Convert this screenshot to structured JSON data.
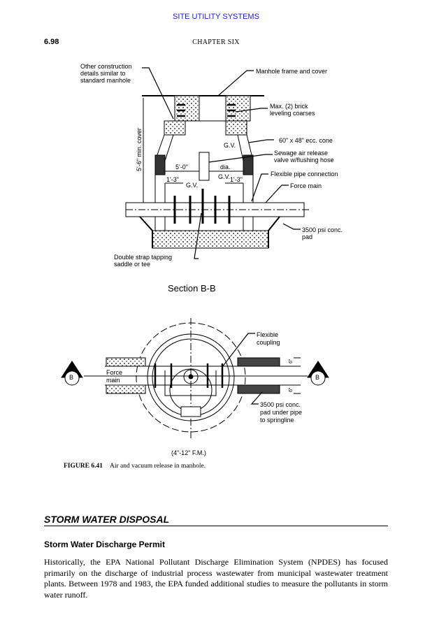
{
  "header": {
    "running_head": "SITE UTILITY SYSTEMS",
    "page_number": "6.98",
    "chapter": "CHAPTER SIX"
  },
  "figure": {
    "section_labels": {
      "other_construction": [
        "Other construction",
        "details similar to",
        "standard manhole"
      ],
      "frame_cover": "Manhole frame and cover",
      "brick": [
        "Max. (2) brick",
        "leveling coarses"
      ],
      "cone": "60\" x 48\" ecc. cone",
      "gv": "G.V.",
      "air_release": [
        "Sewage air release",
        "valve w/flushing hose"
      ],
      "flexible_pipe": "Flexible pipe connection",
      "force_main": "Force main",
      "conc_pad": [
        "3500 psi conc.",
        "pad"
      ],
      "saddle": [
        "Double strap tapping",
        "saddle or tee"
      ],
      "min_cover": "5'-6\" min. cover",
      "dia_5": "5'-0\"",
      "dia": "dia.",
      "dim_13": "1'-3\"",
      "title": "Section B-B"
    },
    "plan_labels": {
      "flexible_coupling": [
        "Flexible",
        "coupling"
      ],
      "force_main": [
        "Force",
        "main"
      ],
      "conc_pad": [
        "3500 psi conc.",
        "pad under pipe",
        "to springline"
      ],
      "marker": "B",
      "dim": "6\"",
      "size": "(4\"-12\" F.M.)"
    },
    "caption_number": "FIGURE 6.41",
    "caption_text": "Air and vacuum release in manhole."
  },
  "section": {
    "title": "STORM WATER DISPOSAL",
    "subtitle": "Storm Water Discharge Permit",
    "paragraph": "Historically, the EPA National Pollutant Discharge Elimination System (NPDES) has focused primarily on the discharge of industrial process wastewater from municipal wastewater treatment plants. Between 1978 and 1983, the EPA funded additional studies to measure the pollutants in storm water runoff."
  }
}
